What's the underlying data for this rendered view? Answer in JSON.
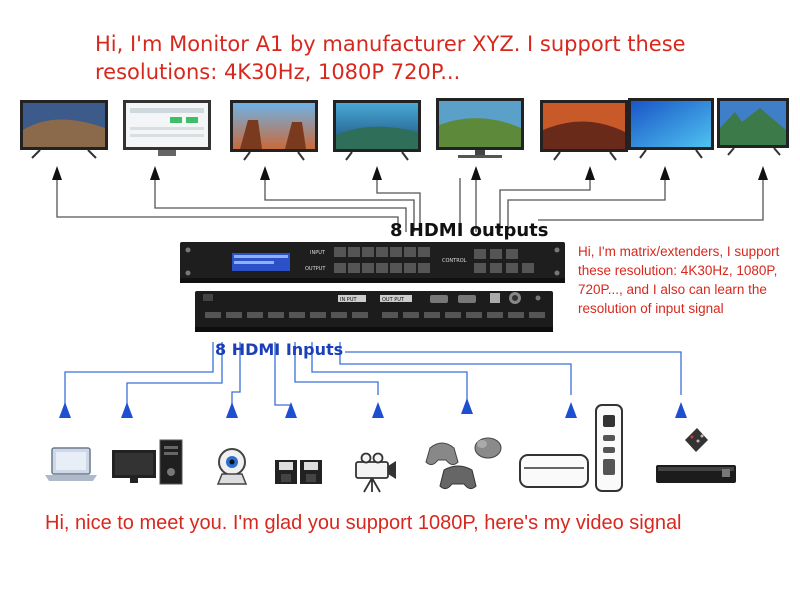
{
  "monitor_message": "Hi, I'm Monitor A1 by manufacturer XYZ. I support these resolutions: 4K30Hz, 1080P 720P...",
  "matrix_message": "Hi, I'm matrix/extenders, I support these resolution: 4K30Hz, 1080P, 720P..., and I also can learn the resolution of input signal",
  "source_message": "Hi, nice to meet you. I'm glad you support 1080P, here's my video signal",
  "outputs_label": "8 HDMI outputs",
  "inputs_label": "8 HDMI Inputs",
  "device_labels": {
    "input": "INPUT",
    "output": "OUTPUT",
    "control": "CONTROL",
    "in_put": "IN PUT",
    "out_put": "OUT PUT"
  },
  "colors": {
    "message_text": "#d8281e",
    "inputs_label": "#1a3fb8",
    "input_lines": "#3b6fd8",
    "output_lines": "#555555",
    "device_body": "#1e1e1e"
  },
  "displays": [
    "tv-icon",
    "monitor-icon",
    "tv-icon",
    "tv-icon",
    "monitor-icon",
    "tv-icon",
    "tv-icon",
    "tv-icon"
  ],
  "sources": [
    "laptop-icon",
    "desktop-pc-icon",
    "webcam-icon",
    "floppy-disk-icon",
    "camera-icon",
    "game-controller-icon",
    "set-top-box-icon",
    "remote-receiver-icon"
  ]
}
